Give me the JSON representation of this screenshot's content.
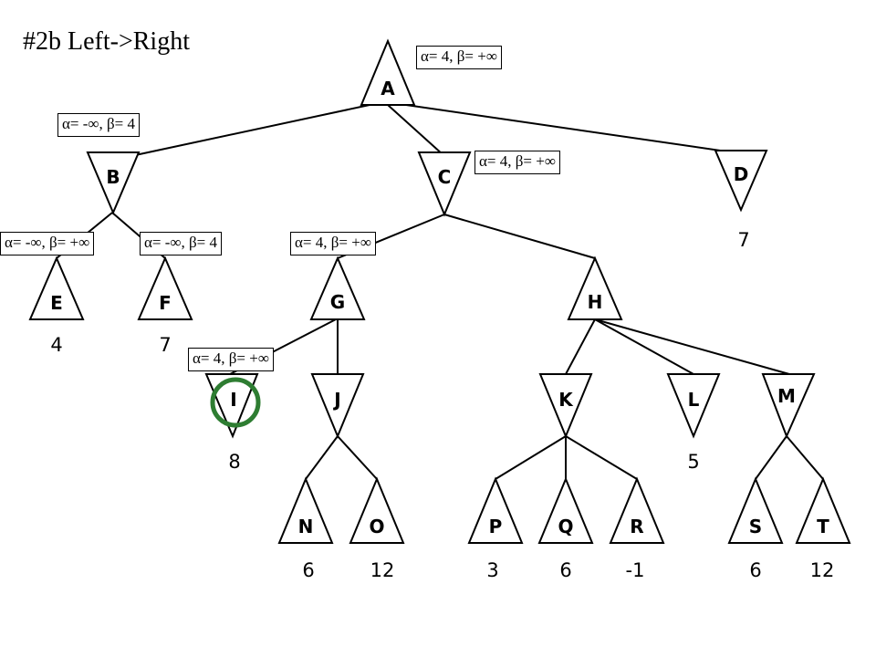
{
  "title": "#2b Left->Right",
  "nodes": {
    "A": "A",
    "B": "B",
    "C": "C",
    "D": "D",
    "E": "E",
    "F": "F",
    "G": "G",
    "H": "H",
    "I": "I",
    "J": "J",
    "K": "K",
    "L": "L",
    "M": "M",
    "N": "N",
    "O": "O",
    "P": "P",
    "Q": "Q",
    "R": "R",
    "S": "S",
    "T": "T"
  },
  "leaf_values": {
    "D": "7",
    "E": "4",
    "F": "7",
    "I": "8",
    "L": "5",
    "N": "6",
    "O": "12",
    "P": "3",
    "Q": "6",
    "R": "-1",
    "S": "6",
    "T": "12"
  },
  "alpha_beta": {
    "A": "α= 4, β= +∞",
    "B": "α= -∞, β= 4",
    "C": "α= 4, β= +∞",
    "E": "α= -∞, β= +∞",
    "F": "α= -∞, β= 4",
    "G": "α= 4, β= +∞",
    "I": "α= 4, β= +∞"
  },
  "highlight": {
    "node": "I",
    "color": "#2e7d32"
  }
}
